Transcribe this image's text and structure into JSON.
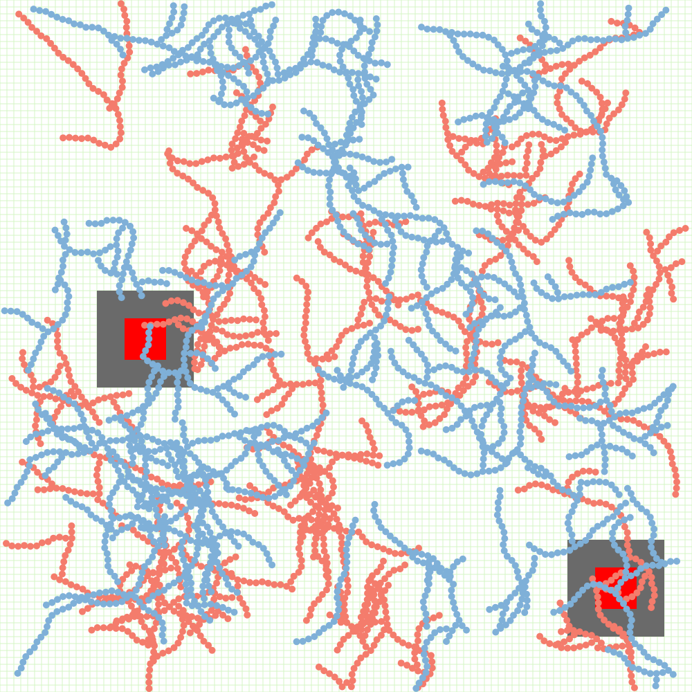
{
  "board": {
    "background_color": "#ffffff",
    "grid_line_color": "#d4f5c4",
    "grid_columns": 100,
    "grid_rows": 100
  },
  "colors": {
    "red_team": "#f47c6c",
    "blue_team": "#7fb0d8",
    "base_outer": "#6a6a6a",
    "base_core": "#ff0000"
  },
  "bases": [
    {
      "id": "base-left"
    },
    {
      "id": "base-bottom-right"
    }
  ],
  "particle_teams": [
    "red",
    "blue"
  ]
}
